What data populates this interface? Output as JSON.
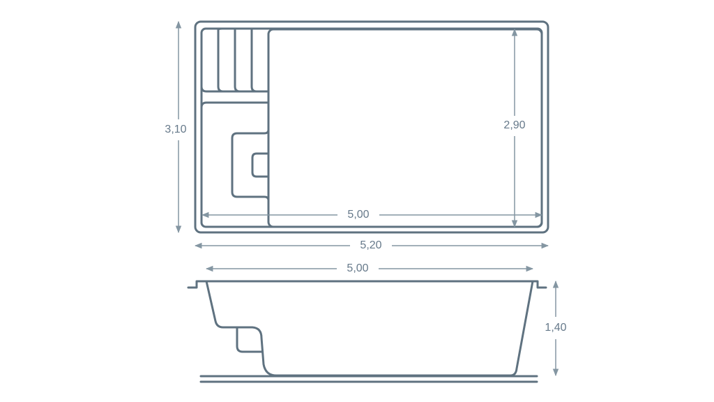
{
  "diagram": {
    "top_view": {
      "overall_length": "5,20",
      "overall_width": "3,10",
      "inner_length": "5,00",
      "inner_width": "2,90"
    },
    "side_view": {
      "length": "5,00",
      "depth": "1,40"
    },
    "colors": {
      "stroke": "#5f7280",
      "dimension": "#8496a2"
    }
  }
}
